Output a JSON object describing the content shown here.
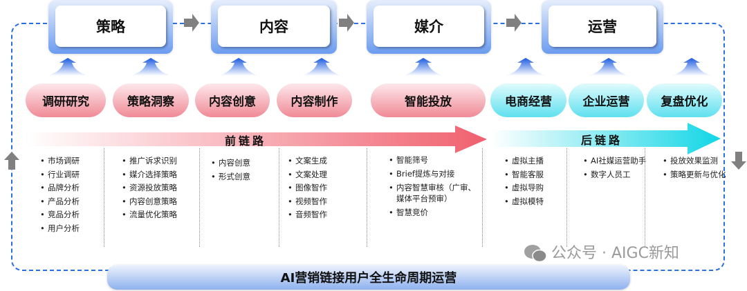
{
  "stages": [
    "策略",
    "内容",
    "媒介",
    "运营"
  ],
  "capabilities": [
    {
      "label": "调研研究",
      "chain": "front"
    },
    {
      "label": "策略洞察",
      "chain": "front"
    },
    {
      "label": "内容创意",
      "chain": "front"
    },
    {
      "label": "内容制作",
      "chain": "front"
    },
    {
      "label": "智能投放",
      "chain": "front"
    },
    {
      "label": "电商经营",
      "chain": "back"
    },
    {
      "label": "企业运营",
      "chain": "back"
    },
    {
      "label": "复盘优化",
      "chain": "back"
    }
  ],
  "chains": {
    "front": "前链路",
    "back": "后链路"
  },
  "columns": [
    [
      "市场调研",
      "行业调研",
      "品牌分析",
      "产品分析",
      "竞品分析",
      "用户分析"
    ],
    [
      "推广诉求识别",
      "媒介选择策略",
      "资源投放策略",
      "内容创意策略",
      "流量优化策略"
    ],
    [
      "内容创意",
      "形式创意"
    ],
    [
      "文案生成",
      "文案处理",
      "图像智作",
      "视频智作",
      "音频智作"
    ],
    [
      "智能筛号",
      "Brief提炼与对接",
      "内容智慧审核（广审、媒体平台预审）",
      "智慧竞价"
    ],
    [
      "虚拟主播",
      "智能客服",
      "虚拟导购",
      "虚拟模特"
    ],
    [
      "AI社媒运营助手",
      "数字人员工"
    ],
    [
      "投放效果监测",
      "策略更新与优化"
    ]
  ],
  "footer": "AI营销链接用户全生命周期运营",
  "watermark": "公众号 · AIGC新知",
  "colors": {
    "front": "#f0606e",
    "back": "#12d6e6",
    "loop": "#2a6fe0"
  }
}
